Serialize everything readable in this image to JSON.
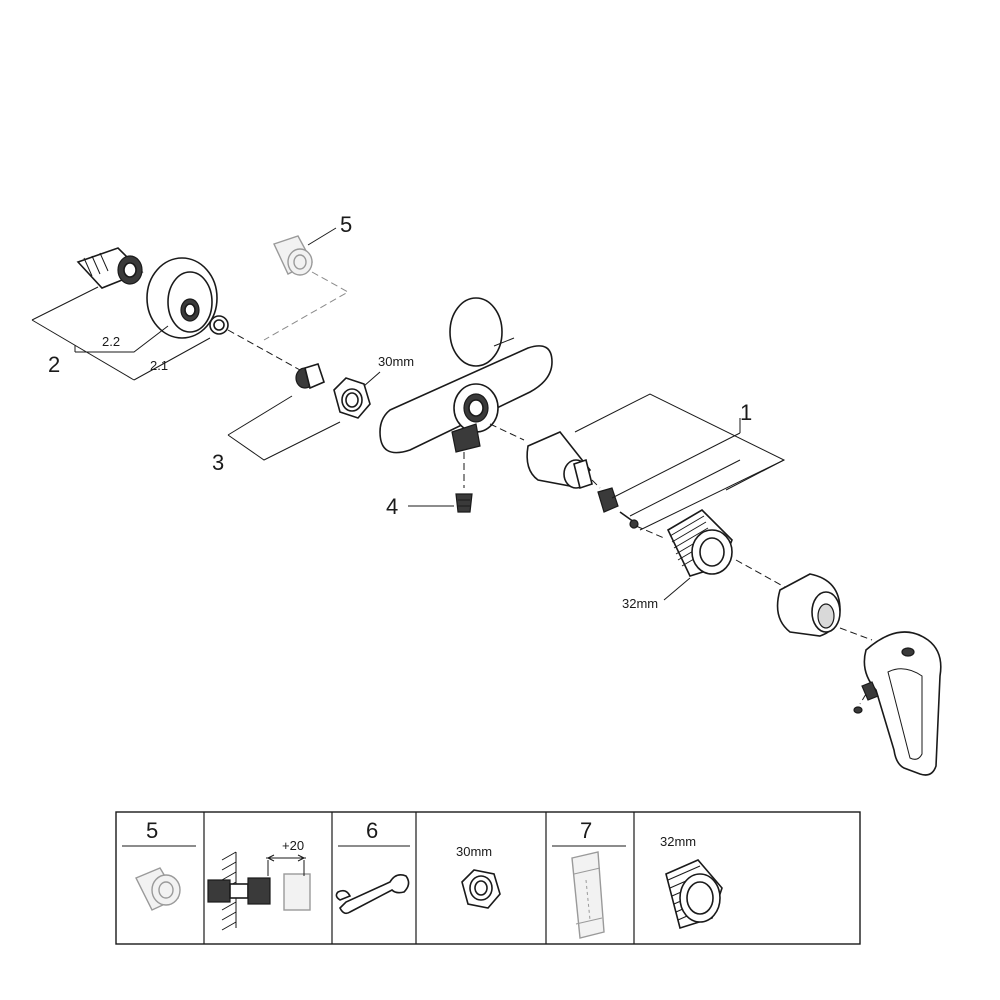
{
  "callouts": {
    "part_1": "1",
    "part_2": "2",
    "part_2_1": "2.1",
    "part_2_2": "2.2",
    "part_3": "3",
    "part_4": "4",
    "part_5": "5"
  },
  "dimensions": {
    "nut_size": "30mm",
    "ring_size": "32mm"
  },
  "accessory_table": {
    "cells": [
      {
        "header": "5",
        "label": ""
      },
      {
        "header": "",
        "label": "+20"
      },
      {
        "header": "6",
        "label": ""
      },
      {
        "header": "",
        "label": "30mm"
      },
      {
        "header": "7",
        "label": ""
      },
      {
        "header": "",
        "label": "32mm"
      }
    ]
  },
  "icons": [
    "extension-piece-icon",
    "wall-extension-icon",
    "spanner-icon",
    "hex-nut-icon",
    "cartridge-tool-icon",
    "threaded-ring-icon"
  ]
}
